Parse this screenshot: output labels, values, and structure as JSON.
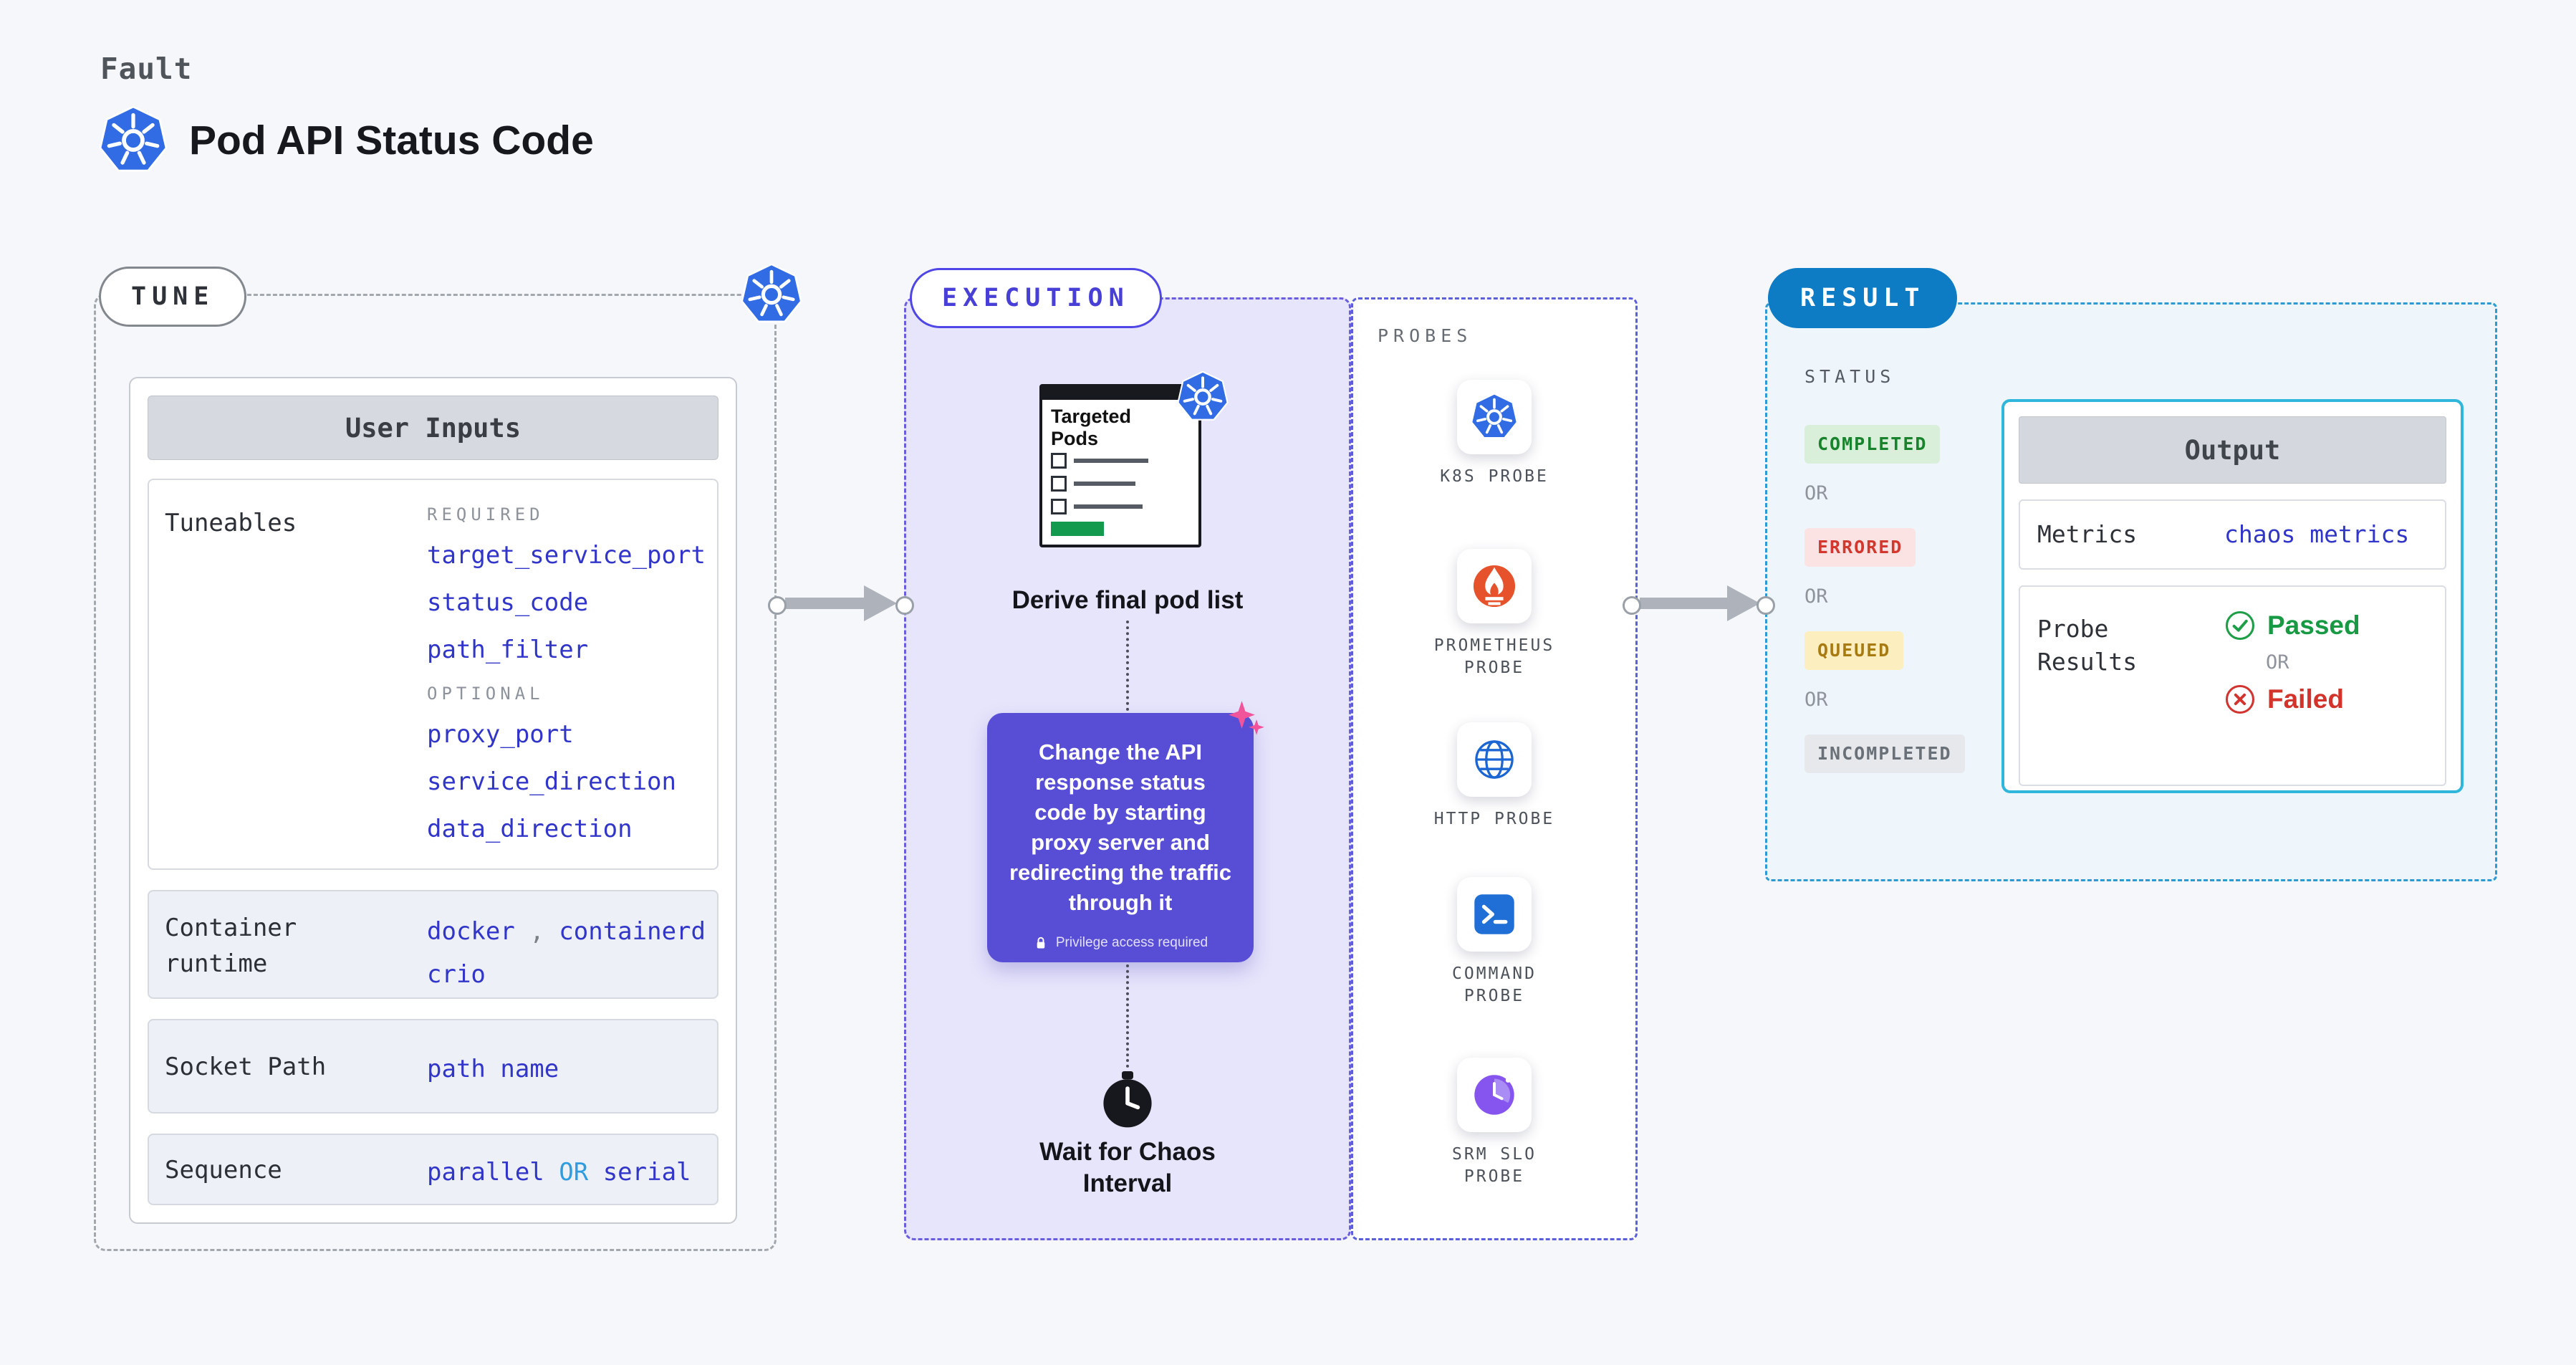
{
  "page": {
    "kicker": "Fault",
    "title": "Pod API Status Code"
  },
  "colors": {
    "k8s_blue": "#326ce5",
    "link_blue": "#3136c9",
    "or_cyan": "#2f9ce0",
    "execution_purple": "#4f46e5",
    "action_purple": "#584ed6",
    "result_blue": "#0e7cc4",
    "output_cyan": "#2fb6da",
    "completed_green": "#18832c",
    "errored_red": "#d3382f",
    "queued_yellow": "#a87b12",
    "incompleted_gray": "#697077",
    "passed_green": "#179a43",
    "failed_red": "#d2342b"
  },
  "tune": {
    "label": "TUNE",
    "user_inputs_header": "User Inputs",
    "tuneables": {
      "label": "Tuneables",
      "required_label": "REQUIRED",
      "required": [
        "target_service_port",
        "status_code",
        "path_filter"
      ],
      "optional_label": "OPTIONAL",
      "optional": [
        "proxy_port",
        "service_direction",
        "data_direction"
      ]
    },
    "container_runtime": {
      "label": "Container runtime",
      "values": [
        "docker",
        "containerd",
        "crio"
      ],
      "separator": ","
    },
    "socket_path": {
      "label": "Socket Path",
      "value": "path name"
    },
    "sequence": {
      "label": "Sequence",
      "value_a": "parallel",
      "or": "OR",
      "value_b": "serial"
    }
  },
  "execution": {
    "label": "EXECUTION",
    "targeted_pods_title": "Targeted Pods",
    "derive_text": "Derive final pod list",
    "action_text": "Change the API response status code by starting proxy server and redirecting the traffic through it",
    "privilege_note": "Privilege access required",
    "wait_text": "Wait for Chaos Interval"
  },
  "probes": {
    "label": "PROBES",
    "items": [
      {
        "name": "K8S PROBE",
        "icon": "k8s-icon"
      },
      {
        "name": "PROMETHEUS PROBE",
        "icon": "prometheus-icon"
      },
      {
        "name": "HTTP PROBE",
        "icon": "globe-icon"
      },
      {
        "name": "COMMAND PROBE",
        "icon": "terminal-icon"
      },
      {
        "name": "SRM SLO PROBE",
        "icon": "slo-clock-icon"
      }
    ]
  },
  "result": {
    "label": "RESULT",
    "status_label": "STATUS",
    "or_label": "OR",
    "statuses": [
      {
        "text": "COMPLETED",
        "color": "#18832c",
        "bg": "#d9efda"
      },
      {
        "text": "ERRORED",
        "color": "#d3382f",
        "bg": "#fbe3e3"
      },
      {
        "text": "QUEUED",
        "color": "#a87b12",
        "bg": "#fceebf"
      },
      {
        "text": "INCOMPLETED",
        "color": "#697077",
        "bg": "#e6e8ec"
      }
    ],
    "output": {
      "header": "Output",
      "metrics_label": "Metrics",
      "metrics_value": "chaos metrics",
      "probe_results_label": "Probe Results",
      "passed": "Passed",
      "or": "OR",
      "failed": "Failed"
    }
  }
}
